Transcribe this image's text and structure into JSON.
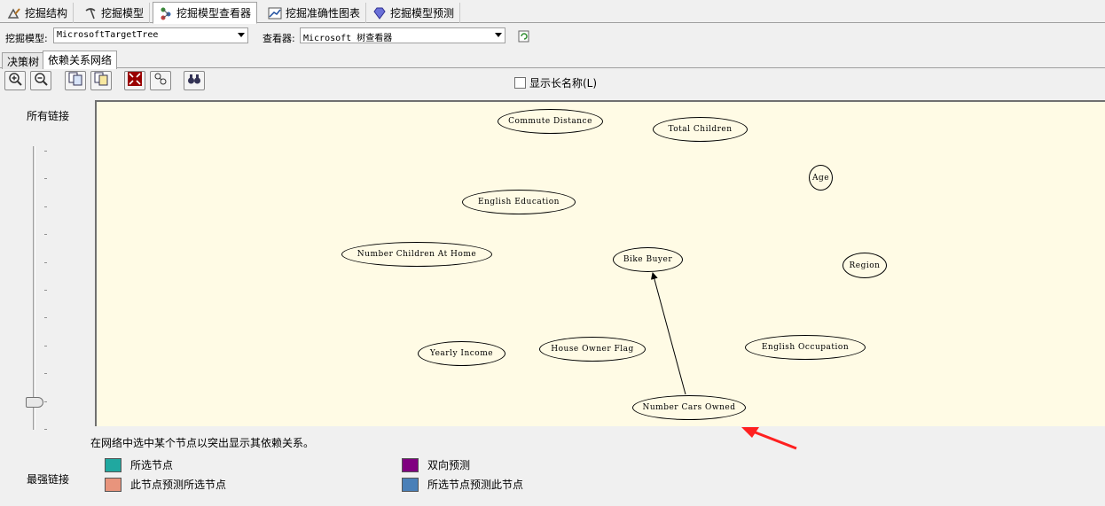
{
  "main_tabs": [
    {
      "label": "挖掘结构",
      "icon": "structure-icon",
      "active": false
    },
    {
      "label": "挖掘模型",
      "icon": "pickaxe-icon",
      "active": false
    },
    {
      "label": "挖掘模型查看器",
      "icon": "viewer-icon",
      "active": true
    },
    {
      "label": "挖掘准确性图表",
      "icon": "chart-icon",
      "active": false
    },
    {
      "label": "挖掘模型预测",
      "icon": "diamond-icon",
      "active": false
    }
  ],
  "toolbar": {
    "model_label": "挖掘模型:",
    "model_value": "MicrosoftTargetTree",
    "viewer_label": "查看器:",
    "viewer_value": "Microsoft 树查看器"
  },
  "sub_tabs": [
    {
      "label": "决策树",
      "active": false
    },
    {
      "label": "依赖关系网络",
      "active": true
    }
  ],
  "icon_bar": {
    "show_long_names": "显示长名称(L)",
    "show_long_names_checked": false
  },
  "slider": {
    "top_label": "所有链接",
    "bottom_label": "最强链接"
  },
  "graph": {
    "nodes": [
      {
        "id": "commute",
        "label": "Commute Distance"
      },
      {
        "id": "children",
        "label": "Total Children"
      },
      {
        "id": "age",
        "label": "Age"
      },
      {
        "id": "education",
        "label": "English Education"
      },
      {
        "id": "numchildren",
        "label": "Number Children At Home"
      },
      {
        "id": "bikebuyer",
        "label": "Bike Buyer"
      },
      {
        "id": "region",
        "label": "Region"
      },
      {
        "id": "income",
        "label": "Yearly Income"
      },
      {
        "id": "house",
        "label": "House Owner Flag"
      },
      {
        "id": "occupation",
        "label": "English Occupation"
      },
      {
        "id": "cars",
        "label": "Number Cars Owned"
      }
    ],
    "edges": [
      {
        "from": "cars",
        "to": "bikebuyer"
      }
    ]
  },
  "hint": "在网络中选中某个节点以突出显示其依赖关系。",
  "legend": [
    {
      "label": "所选节点",
      "color": "#20a8a0"
    },
    {
      "label": "此节点预测所选节点",
      "color": "#e8947c"
    },
    {
      "label": "双向预测",
      "color": "#800080"
    },
    {
      "label": "所选节点预测此节点",
      "color": "#4a80b8"
    }
  ]
}
